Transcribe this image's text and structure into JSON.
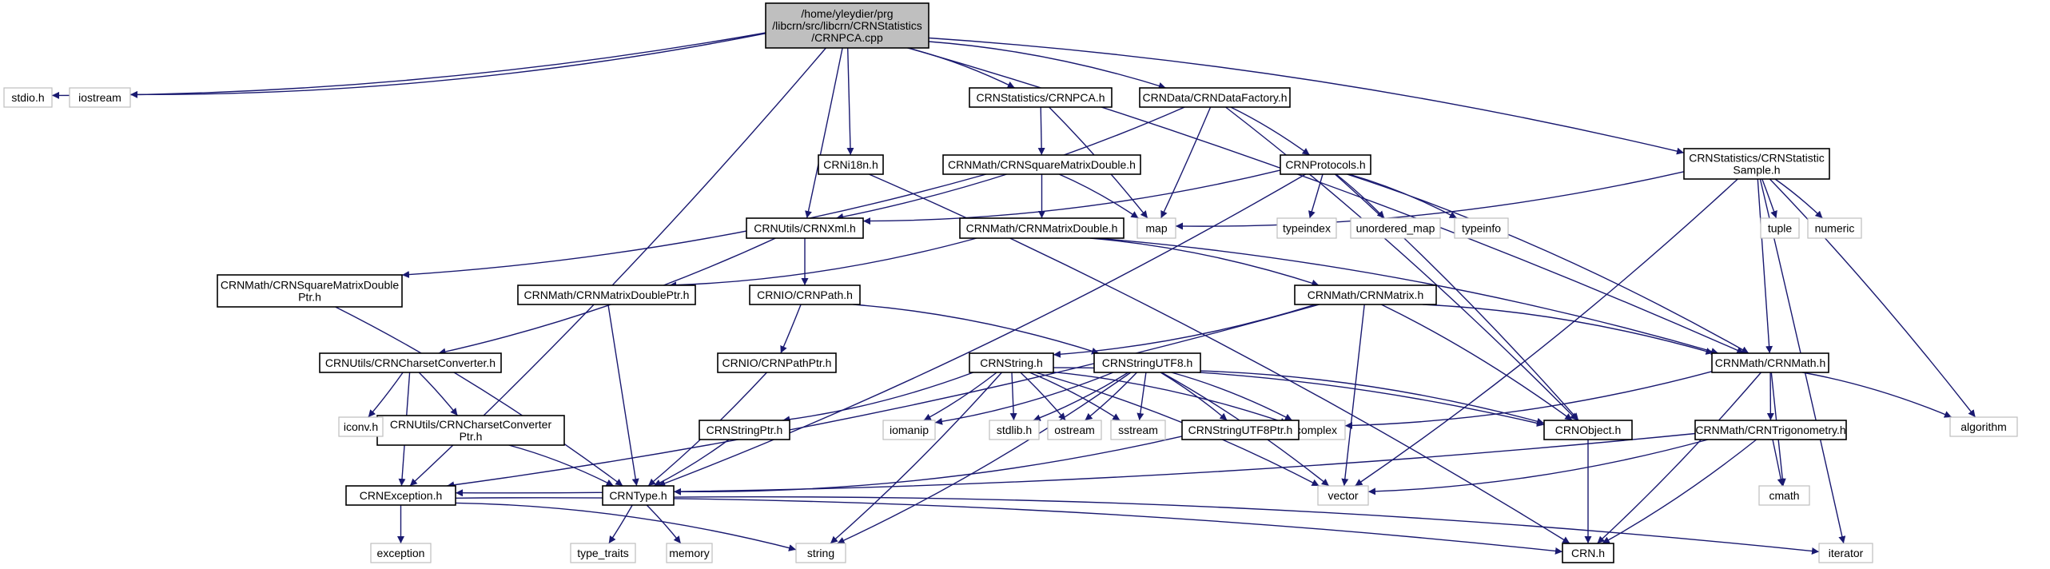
{
  "diagram": {
    "kind": "include dependency graph",
    "colors": {
      "edge": "#191970",
      "main_node_fill": "#bfbfbf",
      "project_node_border": "#000000",
      "external_node_border": "#bfbfbf"
    },
    "nodes": [
      {
        "id": "main",
        "type": "main",
        "lines": [
          "/home/yleydier/prg",
          "/libcrn/src/libcrn/CRNStatistics",
          "/CRNPCA.cpp"
        ]
      },
      {
        "id": "stdio",
        "type": "external",
        "lines": [
          "stdio.h"
        ]
      },
      {
        "id": "iostream",
        "type": "external",
        "lines": [
          "iostream"
        ]
      },
      {
        "id": "exceptionh",
        "type": "project",
        "lines": [
          "CRNException.h"
        ]
      },
      {
        "id": "xml",
        "type": "project",
        "lines": [
          "CRNUtils/CRNXml.h"
        ]
      },
      {
        "id": "i18n",
        "type": "project",
        "lines": [
          "CRNi18n.h"
        ]
      },
      {
        "id": "pca",
        "type": "project",
        "lines": [
          "CRNStatistics/CRNPCA.h"
        ]
      },
      {
        "id": "datafactory",
        "type": "project",
        "lines": [
          "CRNData/CRNDataFactory.h"
        ]
      },
      {
        "id": "statsample",
        "type": "project",
        "lines": [
          "CRNStatistics/CRNStatistic",
          "Sample.h"
        ]
      },
      {
        "id": "math",
        "type": "project",
        "lines": [
          "CRNMath/CRNMath.h"
        ]
      },
      {
        "id": "sqmatdouble",
        "type": "project",
        "lines": [
          "CRNMath/CRNSquareMatrixDouble.h"
        ]
      },
      {
        "id": "protocols",
        "type": "project",
        "lines": [
          "CRNProtocols.h"
        ]
      },
      {
        "id": "map",
        "type": "external",
        "lines": [
          "map"
        ]
      },
      {
        "id": "typeindex",
        "type": "external",
        "lines": [
          "typeindex"
        ]
      },
      {
        "id": "unordered_map",
        "type": "external",
        "lines": [
          "unordered_map"
        ]
      },
      {
        "id": "typeinfo",
        "type": "external",
        "lines": [
          "typeinfo"
        ]
      },
      {
        "id": "tuple",
        "type": "external",
        "lines": [
          "tuple"
        ]
      },
      {
        "id": "numeric",
        "type": "external",
        "lines": [
          "numeric"
        ]
      },
      {
        "id": "matdouble",
        "type": "project",
        "lines": [
          "CRNMath/CRNMatrixDouble.h"
        ]
      },
      {
        "id": "sqmatdoubleptr",
        "type": "project",
        "lines": [
          "CRNMath/CRNSquareMatrixDouble",
          "Ptr.h"
        ]
      },
      {
        "id": "matdoubleptr",
        "type": "project",
        "lines": [
          "CRNMath/CRNMatrixDoublePtr.h"
        ]
      },
      {
        "id": "path",
        "type": "project",
        "lines": [
          "CRNIO/CRNPath.h"
        ]
      },
      {
        "id": "matrix",
        "type": "project",
        "lines": [
          "CRNMath/CRNMatrix.h"
        ]
      },
      {
        "id": "charset",
        "type": "project",
        "lines": [
          "CRNUtils/CRNCharsetConverter.h"
        ]
      },
      {
        "id": "string",
        "type": "project",
        "lines": [
          "CRNString.h"
        ]
      },
      {
        "id": "stringutf8",
        "type": "project",
        "lines": [
          "CRNStringUTF8.h"
        ]
      },
      {
        "id": "pathptr",
        "type": "project",
        "lines": [
          "CRNIO/CRNPathPtr.h"
        ]
      },
      {
        "id": "charsetptr",
        "type": "project",
        "lines": [
          "CRNUtils/CRNCharsetConverter",
          "Ptr.h"
        ]
      },
      {
        "id": "iconv",
        "type": "external",
        "lines": [
          "iconv.h"
        ]
      },
      {
        "id": "stringptr",
        "type": "project",
        "lines": [
          "CRNStringPtr.h"
        ]
      },
      {
        "id": "iomanip",
        "type": "external",
        "lines": [
          "iomanip"
        ]
      },
      {
        "id": "stdlib",
        "type": "external",
        "lines": [
          "stdlib.h"
        ]
      },
      {
        "id": "ostream",
        "type": "external",
        "lines": [
          "ostream"
        ]
      },
      {
        "id": "sstream",
        "type": "external",
        "lines": [
          "sstream"
        ]
      },
      {
        "id": "complex",
        "type": "external",
        "lines": [
          "complex"
        ]
      },
      {
        "id": "object",
        "type": "project",
        "lines": [
          "CRNObject.h"
        ]
      },
      {
        "id": "stringutf8ptr",
        "type": "project",
        "lines": [
          "CRNStringUTF8Ptr.h"
        ]
      },
      {
        "id": "trig",
        "type": "project",
        "lines": [
          "CRNMath/CRNTrigonometry.h"
        ]
      },
      {
        "id": "algorithm",
        "type": "external",
        "lines": [
          "algorithm"
        ]
      },
      {
        "id": "type",
        "type": "project",
        "lines": [
          "CRNType.h"
        ]
      },
      {
        "id": "vector",
        "type": "external",
        "lines": [
          "vector"
        ]
      },
      {
        "id": "cmath",
        "type": "external",
        "lines": [
          "cmath"
        ]
      },
      {
        "id": "exception",
        "type": "external",
        "lines": [
          "exception"
        ]
      },
      {
        "id": "type_traits",
        "type": "external",
        "lines": [
          "type_traits"
        ]
      },
      {
        "id": "memory",
        "type": "external",
        "lines": [
          "memory"
        ]
      },
      {
        "id": "stringstd",
        "type": "external",
        "lines": [
          "string"
        ]
      },
      {
        "id": "crn",
        "type": "project",
        "lines": [
          "CRN.h"
        ]
      },
      {
        "id": "iterator",
        "type": "external",
        "lines": [
          "iterator"
        ]
      }
    ],
    "edges": [
      [
        "main",
        "stdio"
      ],
      [
        "main",
        "iostream"
      ],
      [
        "main",
        "exceptionh"
      ],
      [
        "main",
        "xml"
      ],
      [
        "main",
        "i18n"
      ],
      [
        "main",
        "pca"
      ],
      [
        "main",
        "datafactory"
      ],
      [
        "main",
        "statsample"
      ],
      [
        "main",
        "math"
      ],
      [
        "pca",
        "sqmatdouble"
      ],
      [
        "pca",
        "map"
      ],
      [
        "datafactory",
        "protocols"
      ],
      [
        "datafactory",
        "map"
      ],
      [
        "datafactory",
        "object"
      ],
      [
        "datafactory",
        "xml"
      ],
      [
        "i18n",
        "crn"
      ],
      [
        "sqmatdouble",
        "matdouble"
      ],
      [
        "sqmatdouble",
        "map"
      ],
      [
        "sqmatdouble",
        "sqmatdoubleptr"
      ],
      [
        "protocols",
        "xml"
      ],
      [
        "protocols",
        "typeindex"
      ],
      [
        "protocols",
        "unordered_map"
      ],
      [
        "protocols",
        "typeinfo"
      ],
      [
        "protocols",
        "object"
      ],
      [
        "protocols",
        "math"
      ],
      [
        "protocols",
        "type"
      ],
      [
        "statsample",
        "map"
      ],
      [
        "statsample",
        "math"
      ],
      [
        "statsample",
        "tuple"
      ],
      [
        "statsample",
        "numeric"
      ],
      [
        "statsample",
        "algorithm"
      ],
      [
        "statsample",
        "vector"
      ],
      [
        "statsample",
        "iterator"
      ],
      [
        "xml",
        "path"
      ],
      [
        "xml",
        "charset"
      ],
      [
        "matdouble",
        "matdoubleptr"
      ],
      [
        "matdouble",
        "matrix"
      ],
      [
        "matdouble",
        "math"
      ],
      [
        "sqmatdoubleptr",
        "type"
      ],
      [
        "matdoubleptr",
        "type"
      ],
      [
        "path",
        "pathptr"
      ],
      [
        "path",
        "stringutf8"
      ],
      [
        "matrix",
        "string"
      ],
      [
        "matrix",
        "math"
      ],
      [
        "matrix",
        "object"
      ],
      [
        "matrix",
        "vector"
      ],
      [
        "matrix",
        "exceptionh"
      ],
      [
        "charset",
        "iconv"
      ],
      [
        "charset",
        "charsetptr"
      ],
      [
        "charset",
        "exceptionh"
      ],
      [
        "pathptr",
        "type"
      ],
      [
        "charsetptr",
        "type"
      ],
      [
        "string",
        "stringptr"
      ],
      [
        "string",
        "iomanip"
      ],
      [
        "string",
        "stdlib"
      ],
      [
        "string",
        "ostream"
      ],
      [
        "string",
        "sstream"
      ],
      [
        "string",
        "complex"
      ],
      [
        "string",
        "object"
      ],
      [
        "string",
        "stringstd"
      ],
      [
        "string",
        "vector"
      ],
      [
        "stringutf8",
        "iomanip"
      ],
      [
        "stringutf8",
        "stdlib"
      ],
      [
        "stringutf8",
        "ostream"
      ],
      [
        "stringutf8",
        "sstream"
      ],
      [
        "stringutf8",
        "complex"
      ],
      [
        "stringutf8",
        "object"
      ],
      [
        "stringutf8",
        "stringutf8ptr"
      ],
      [
        "stringutf8",
        "stringstd"
      ],
      [
        "stringutf8",
        "vector"
      ],
      [
        "stringptr",
        "type"
      ],
      [
        "stringutf8ptr",
        "type"
      ],
      [
        "math",
        "complex"
      ],
      [
        "math",
        "trig"
      ],
      [
        "math",
        "algorithm"
      ],
      [
        "math",
        "cmath"
      ],
      [
        "math",
        "crn"
      ],
      [
        "trig",
        "vector"
      ],
      [
        "trig",
        "cmath"
      ],
      [
        "trig",
        "crn"
      ],
      [
        "trig",
        "exceptionh"
      ],
      [
        "object",
        "crn"
      ],
      [
        "exceptionh",
        "exception"
      ],
      [
        "exceptionh",
        "stringstd"
      ],
      [
        "exceptionh",
        "crn"
      ],
      [
        "type",
        "type_traits"
      ],
      [
        "type",
        "memory"
      ],
      [
        "type",
        "iterator"
      ]
    ]
  }
}
